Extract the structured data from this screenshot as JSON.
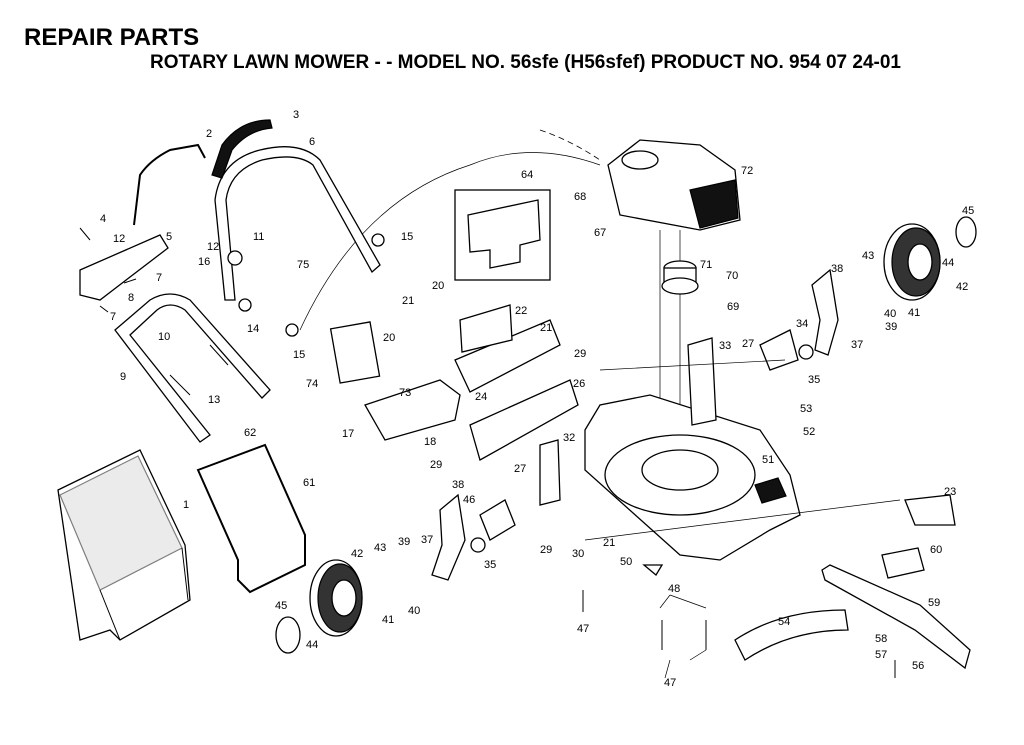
{
  "header": {
    "title": "REPAIR PARTS",
    "subtitle": "ROTARY LAWN MOWER - - MODEL NO. 56sfe (H56sfef) PRODUCT NO. 954 07 24-01"
  },
  "diagram": {
    "callouts": {
      "c1": "1",
      "c2": "2",
      "c3": "3",
      "c4": "4",
      "c5": "5",
      "c6": "6",
      "c7a": "7",
      "c7b": "7",
      "c8": "8",
      "c9": "9",
      "c10": "10",
      "c11": "11",
      "c12a": "12",
      "c12b": "12",
      "c13": "13",
      "c14": "14",
      "c15a": "15",
      "c15b": "15",
      "c16": "16",
      "c17": "17",
      "c18": "18",
      "c20a": "20",
      "c20b": "20",
      "c21a": "21",
      "c21b": "21",
      "c21c": "21",
      "c22": "22",
      "c23": "23",
      "c24": "24",
      "c26": "26",
      "c27a": "27",
      "c27b": "27",
      "c29a": "29",
      "c29b": "29",
      "c29c": "29",
      "c30": "30",
      "c32": "32",
      "c33": "33",
      "c34": "34",
      "c35a": "35",
      "c35b": "35",
      "c37a": "37",
      "c37b": "37",
      "c38a": "38",
      "c38b": "38",
      "c39a": "39",
      "c39b": "39",
      "c40a": "40",
      "c40b": "40",
      "c41a": "41",
      "c41b": "41",
      "c42a": "42",
      "c42b": "42",
      "c43a": "43",
      "c43b": "43",
      "c44a": "44",
      "c44b": "44",
      "c45a": "45",
      "c45b": "45",
      "c46": "46",
      "c47a": "47",
      "c47b": "47",
      "c48": "48",
      "c50": "50",
      "c51": "51",
      "c52": "52",
      "c53": "53",
      "c54": "54",
      "c56": "56",
      "c57": "57",
      "c58": "58",
      "c59": "59",
      "c60": "60",
      "c61": "61",
      "c62": "62",
      "c64": "64",
      "c67": "67",
      "c68": "68",
      "c69": "69",
      "c70": "70",
      "c71": "71",
      "c72": "72",
      "c73": "73",
      "c74": "74",
      "c75": "75"
    }
  }
}
